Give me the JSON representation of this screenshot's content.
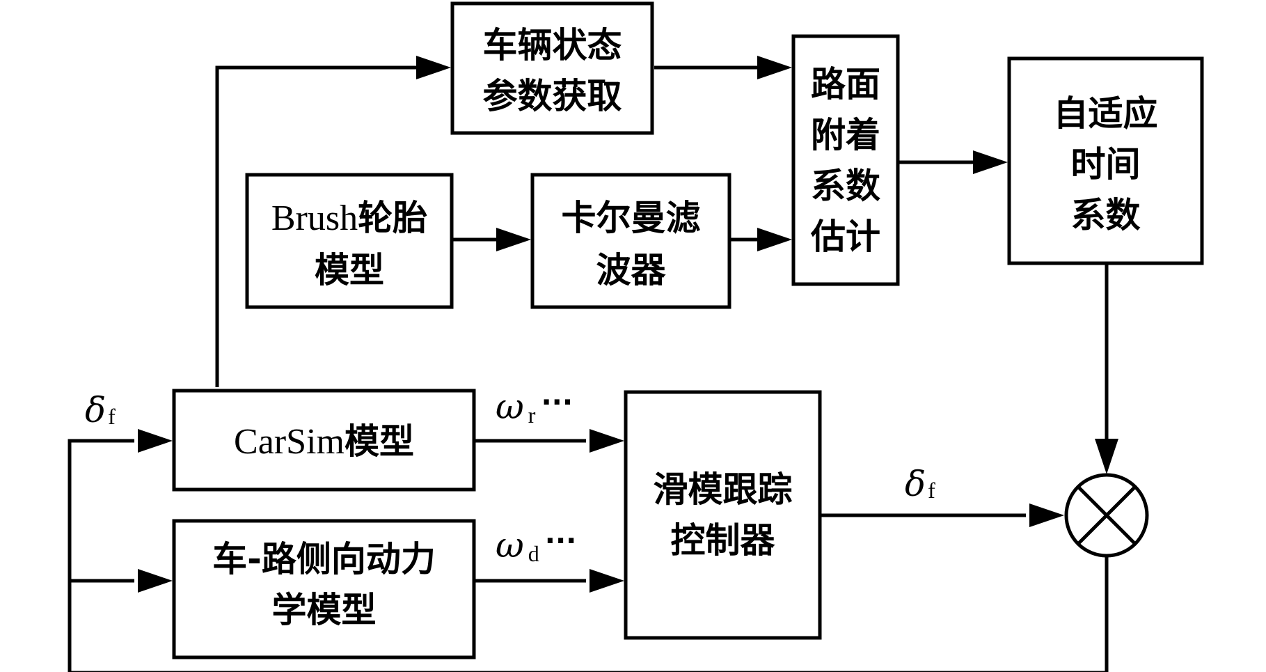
{
  "blocks": {
    "vehicle_state": {
      "lines": [
        "车辆状态",
        "参数获取"
      ]
    },
    "brush_tire": {
      "latin": "Brush",
      "cjk": "轮胎",
      "line2": "模型"
    },
    "kalman": {
      "lines": [
        "卡尔曼滤",
        "波器"
      ]
    },
    "road_estimation": {
      "lines": [
        "路面",
        "附着",
        "系数",
        "估计"
      ]
    },
    "adaptive_time": {
      "lines": [
        "自适应",
        "时间",
        "系数"
      ]
    },
    "carsim": {
      "latin": "CarSim",
      "cjk": "模型"
    },
    "vehicle_road": {
      "lines": [
        "车-路侧向动力",
        "学模型"
      ]
    },
    "smc": {
      "lines": [
        "滑模跟踪",
        "控制器"
      ]
    }
  },
  "signals": {
    "delta_input": {
      "symbol": "δ",
      "sub": "f"
    },
    "omega_r": {
      "symbol": "ω",
      "sub": "r",
      "dots": "···"
    },
    "omega_d": {
      "symbol": "ω",
      "sub": "d",
      "dots": "···"
    },
    "delta_output": {
      "symbol": "δ",
      "sub": "f"
    }
  },
  "junction": {
    "type": "multiplier",
    "icon": "multiply-circle-icon"
  }
}
